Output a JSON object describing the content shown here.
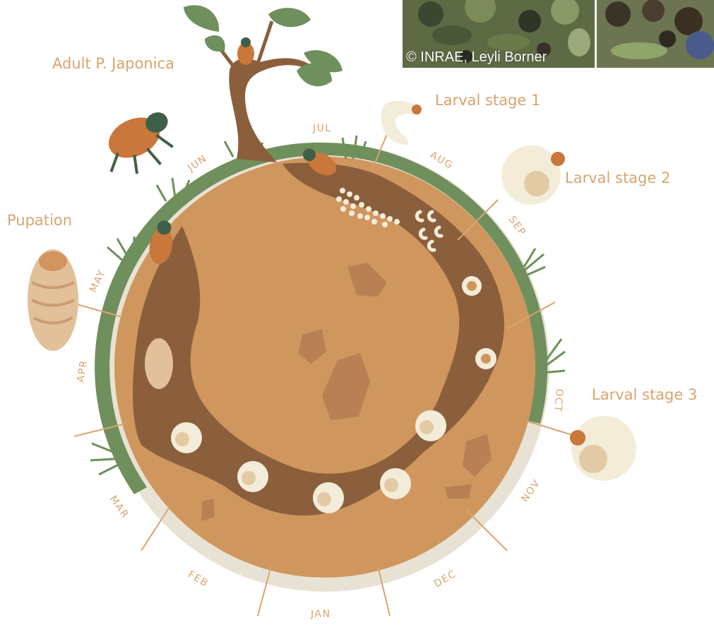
{
  "labels": {
    "adult": "Adult P. Japonica",
    "pupation": "Pupation",
    "larval1": "Larval stage 1",
    "larval2": "Larval stage 2",
    "larval3": "Larval stage 3"
  },
  "credit": "© INRAE, Leyli Borner",
  "months": [
    "JUL",
    "AUG",
    "SEP",
    "OCT",
    "NOV",
    "DEC",
    "JAN",
    "FEB",
    "MAR",
    "APR",
    "MAY",
    "JUN"
  ],
  "colors": {
    "soil": "#cf965e",
    "tunnel": "#8b5e3c",
    "grass_band": "#6f8f5c",
    "winter_band": "#e8e2d4",
    "label": "#d9a46f",
    "grub": "#f3ecd8",
    "beetle_body": "#c9773a",
    "beetle_head": "#3f6048"
  }
}
